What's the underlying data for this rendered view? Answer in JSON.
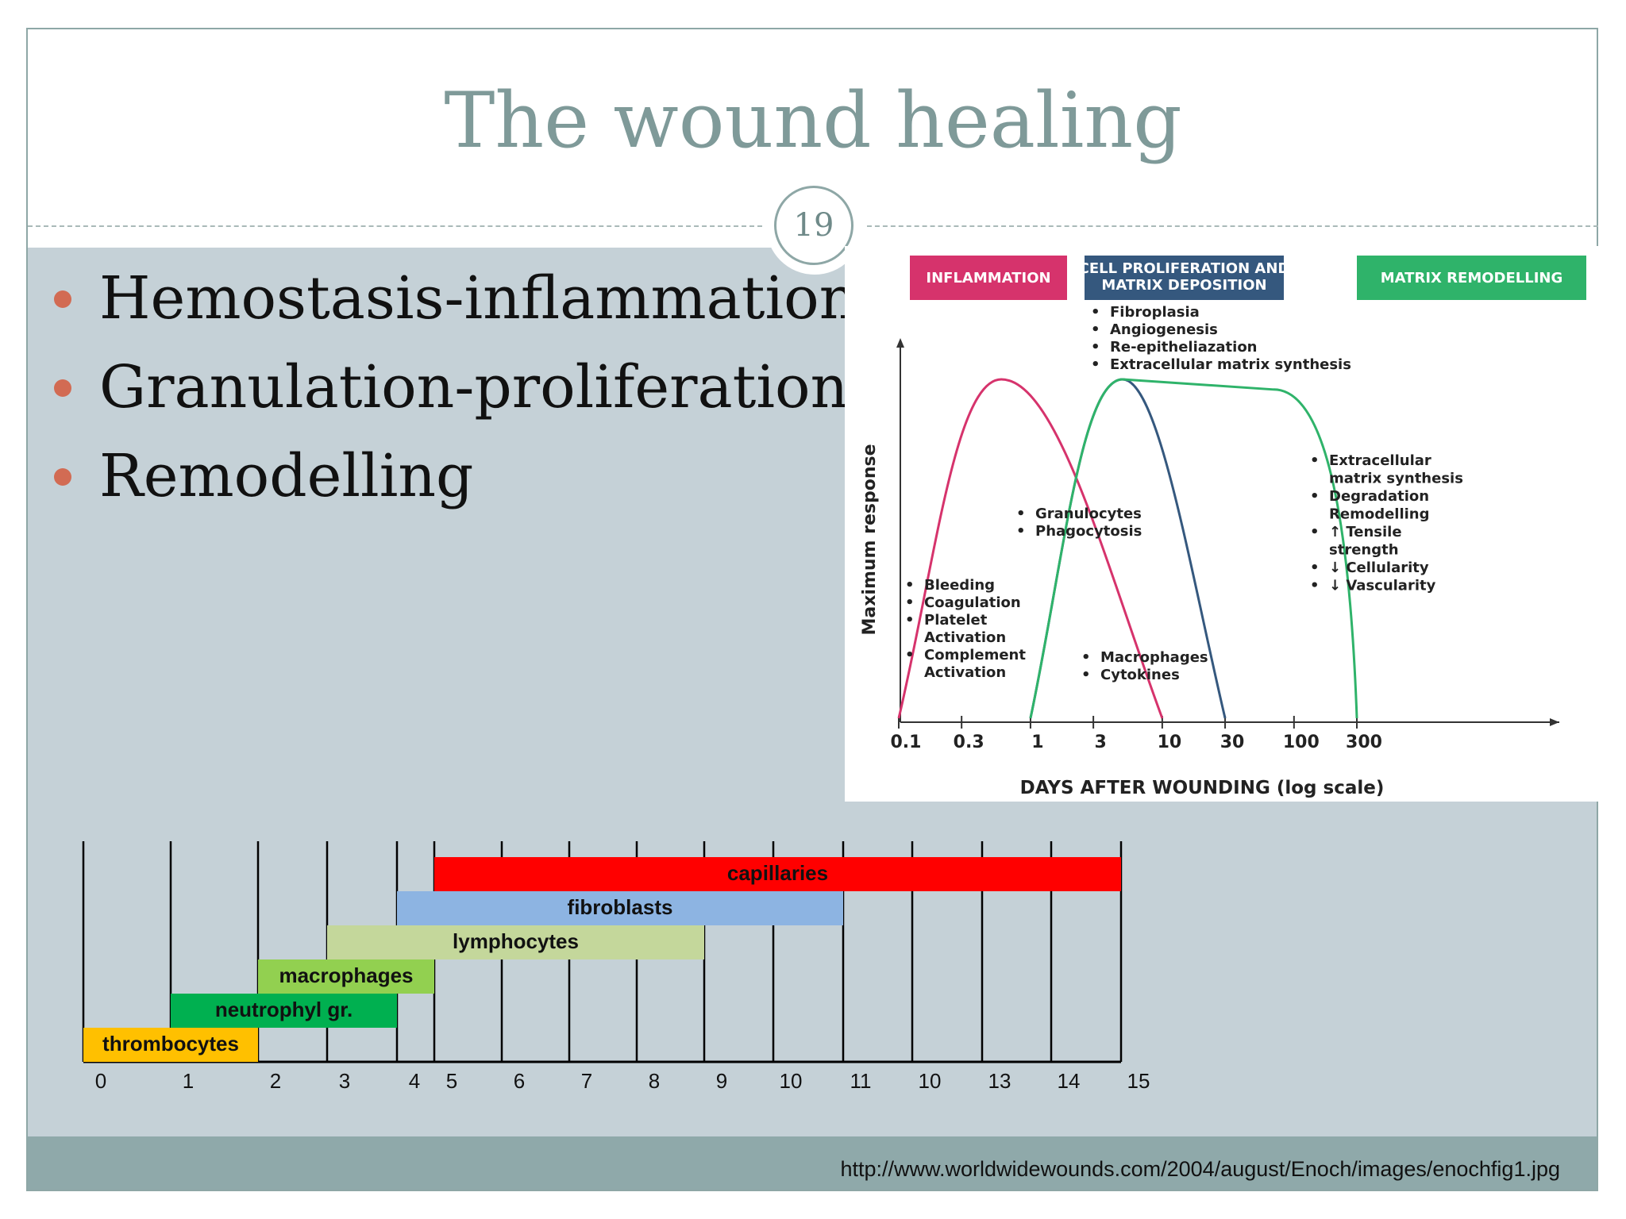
{
  "slide": {
    "title": "The wound healing",
    "page_number": "19",
    "bullets": [
      "Hemostasis-inflammation",
      "Granulation-proliferation",
      "Remodelling"
    ],
    "source_url": "http://www.worldwidewounds.com/2004/august/Enoch/images/enochfig1.jpg"
  },
  "colors": {
    "accent": "#7f9a99",
    "bullet": "#d26b53",
    "content_bg": "#c5d1d7",
    "footer_bg": "#8fa9aa",
    "inflammation": "#d6336c",
    "proliferation": "#35587e",
    "remodelling": "#2fb36a"
  },
  "chart_data": [
    {
      "type": "line",
      "x_scale": "log",
      "x_ticks": [
        "0.1",
        "0.3",
        "1",
        "3",
        "10",
        "30",
        "100",
        "300"
      ],
      "xlabel": "DAYS AFTER WOUNDING (log scale)",
      "ylabel": "Maximum response",
      "phases": [
        {
          "label": "INFLAMMATION",
          "color": "#d6336c"
        },
        {
          "label_lines": [
            "CELL PROLIFERATION AND",
            "MATRIX DEPOSITION"
          ],
          "color": "#35587e"
        },
        {
          "label": "MATRIX REMODELLING",
          "color": "#2fb36a"
        }
      ],
      "series": [
        {
          "color": "#d6336c",
          "points": [
            [
              0.1,
              0
            ],
            [
              0.6,
              1.0
            ],
            [
              10,
              0
            ]
          ]
        },
        {
          "color": "#35587e",
          "points": [
            [
              1,
              0
            ],
            [
              5,
              1.0
            ],
            [
              30,
              0
            ]
          ]
        },
        {
          "color": "#2fb36a",
          "points": [
            [
              1,
              0
            ],
            [
              5,
              1.0
            ],
            [
              70,
              0.97
            ],
            [
              300,
              0
            ]
          ]
        }
      ],
      "annotations": {
        "top": [
          "Fibroplasia",
          "Angiogenesis",
          "Re-epitheliazation",
          "Extracellular matrix synthesis"
        ],
        "granulocytes": [
          "Granulocytes",
          "Phagocytosis"
        ],
        "bleeding": [
          {
            "bullet": true,
            "text": "Bleeding"
          },
          {
            "bullet": true,
            "text": "Coagulation"
          },
          {
            "bullet": true,
            "text": "Platelet"
          },
          {
            "bullet": false,
            "text": "Activation"
          },
          {
            "bullet": true,
            "text": "Complement"
          },
          {
            "bullet": false,
            "text": "Activation"
          }
        ],
        "macrophages": [
          "Macrophages",
          "Cytokines"
        ],
        "remodelling": [
          {
            "bullet": true,
            "text": "Extracellular"
          },
          {
            "bullet": false,
            "text": "matrix synthesis"
          },
          {
            "bullet": true,
            "text": "Degradation"
          },
          {
            "bullet": false,
            "text": "Remodelling"
          },
          {
            "bullet": true,
            "text": "↑ Tensile"
          },
          {
            "bullet": false,
            "text": "strength"
          },
          {
            "bullet": true,
            "text": "↓ Cellularity"
          },
          {
            "bullet": true,
            "text": "↓ Vascularity"
          }
        ]
      }
    },
    {
      "type": "bar",
      "orientation": "horizontal-gantt",
      "x_labels": [
        "0",
        "1",
        "2",
        "3",
        "4",
        "5",
        "6",
        "7",
        "8",
        "9",
        "10",
        "11",
        "10",
        "13",
        "14",
        "15"
      ],
      "bars": [
        {
          "label": "capillaries",
          "start": 5,
          "end": 15,
          "color": "#ff0000"
        },
        {
          "label": "fibroblasts",
          "start": 4,
          "end": 11,
          "color": "#8db4e2"
        },
        {
          "label": "lymphocytes",
          "start": 3,
          "end": 9,
          "color": "#c4d79b"
        },
        {
          "label": "macrophages",
          "start": 2,
          "end": 5,
          "color": "#92d050"
        },
        {
          "label": "neutrophyl gr.",
          "start": 1,
          "end": 4,
          "color": "#00b050"
        },
        {
          "label": "thrombocytes",
          "start": 0,
          "end": 2,
          "color": "#ffc000"
        }
      ]
    }
  ]
}
